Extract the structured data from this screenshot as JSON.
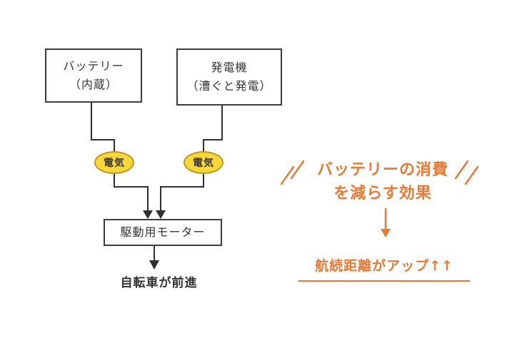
{
  "diagram": {
    "battery": {
      "line1": "バッテリー",
      "line2": "（内蔵）"
    },
    "generator": {
      "line1": "発電機",
      "line2": "（漕ぐと発電）"
    },
    "electricity_left": "電気",
    "electricity_right": "電気",
    "motor": "駆動用モーター",
    "result": "自転車が前進"
  },
  "annotation": {
    "benefit_line1": "バッテリーの消費",
    "benefit_line2": "を減らす効果",
    "outcome": "航続距離がアップ↑↑"
  },
  "colors": {
    "accent_orange": "#e87a38",
    "electricity_yellow": "#f8d63c",
    "line_dark": "#303030",
    "box_border": "#3d3d3d"
  }
}
